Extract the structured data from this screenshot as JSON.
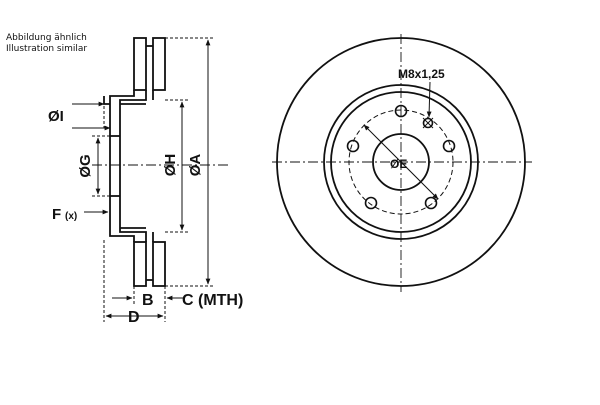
{
  "caption": {
    "line1": "Abbildung ähnlich",
    "line2": "Illustration similar"
  },
  "dimensions": {
    "thread": "M8x1,25",
    "bolt_circle": "ØE",
    "outer_diameter": "ØA",
    "hat_inner_diameter": "ØH",
    "centre_bore": "ØG",
    "hub_depth": "ØI",
    "offset": "F",
    "offset_suffix": "(x)",
    "thickness_b": "B",
    "min_thickness": "C (MTH)",
    "height_d": "D"
  },
  "colors": {
    "line": "#111111",
    "background": "#ffffff"
  }
}
